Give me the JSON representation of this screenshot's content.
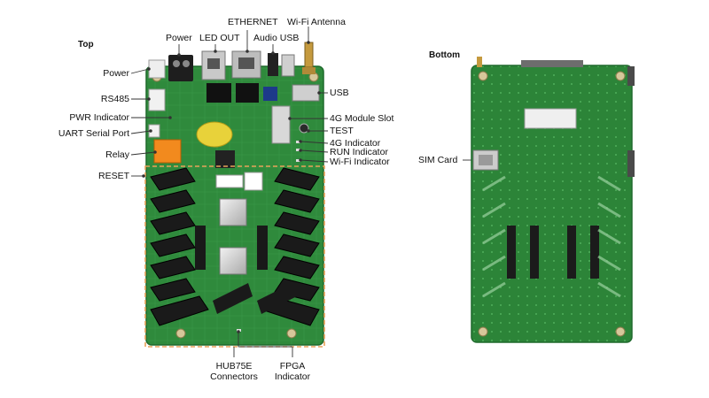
{
  "views": {
    "top": "Top",
    "bottom": "Bottom"
  },
  "labels": {
    "power_top": "Power",
    "led_out": "LED OUT",
    "ethernet": "ETHERNET",
    "audio_usb": "Audio USB",
    "wifi_antenna": "Wi-Fi Antenna",
    "power_left": "Power",
    "rs485": "RS485",
    "pwr_indicator": "PWR Indicator",
    "uart": "UART Serial Port",
    "relay": "Relay",
    "reset": "RESET",
    "usb": "USB",
    "module_4g_slot": "4G Module Slot",
    "test": "TEST",
    "indicator_4g": "4G Indicator",
    "run_indicator": "RUN Indicator",
    "wifi_indicator": "Wi-Fi Indicator",
    "hub75e_line1": "HUB75E",
    "hub75e_line2": "Connectors",
    "fpga_line1": "FPGA",
    "fpga_line2": "Indicator",
    "sim_card": "SIM Card"
  },
  "colors": {
    "pcb_green": "#2f8a3c",
    "pcb_dark": "#1f6a2c",
    "connector_black": "#1a1a1a",
    "highlight_orange": "#e8a15a",
    "relay_orange": "#f28a1e"
  }
}
